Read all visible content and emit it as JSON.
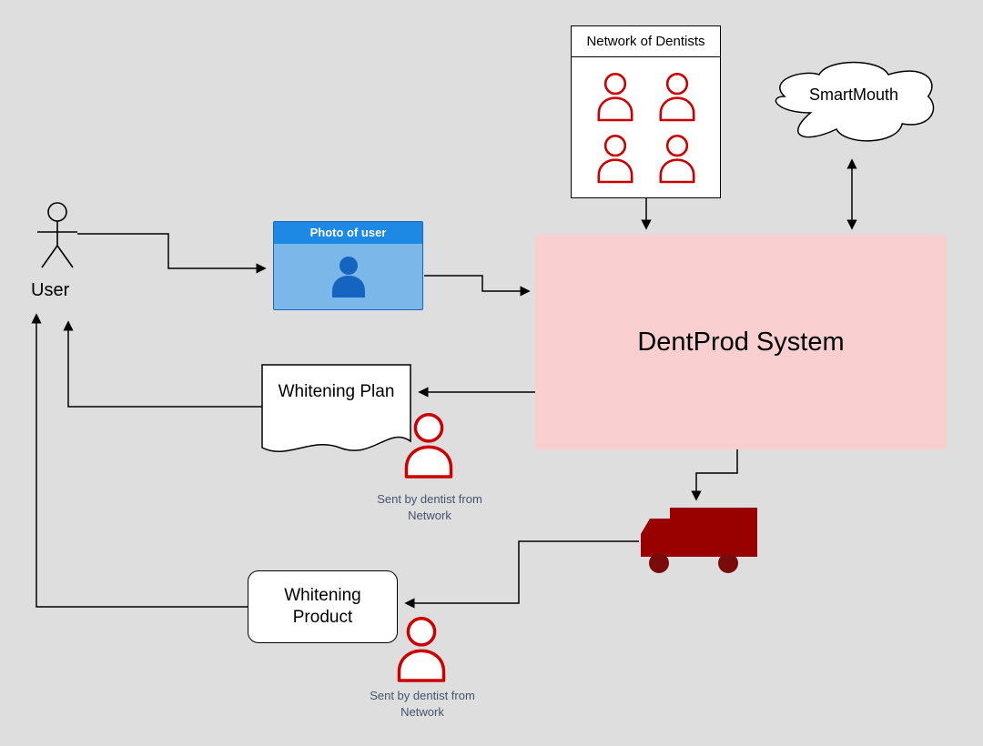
{
  "nodes": {
    "user": {
      "label": "User"
    },
    "photo": {
      "title": "Photo of user"
    },
    "dentprod": {
      "label": "DentProd System"
    },
    "network": {
      "title": "Network of Dentists",
      "member_icons": 4
    },
    "cloud": {
      "label": "SmartMouth"
    },
    "plan": {
      "label": "Whitening Plan"
    },
    "product": {
      "label": "Whitening Product"
    }
  },
  "notes": {
    "plan": "Sent by dentist from Network",
    "product": "Sent by dentist from Network"
  },
  "colors": {
    "background": "#dedede",
    "system_fill": "#f9cfcf",
    "photo_header_blue": "#1e88e5",
    "photo_body_blue": "#7cb7ea",
    "photo_icon_blue": "#1565c0",
    "person_red": "#cc0000",
    "truck_red": "#990000",
    "note_text": "#44546a",
    "line_black": "#000000"
  }
}
